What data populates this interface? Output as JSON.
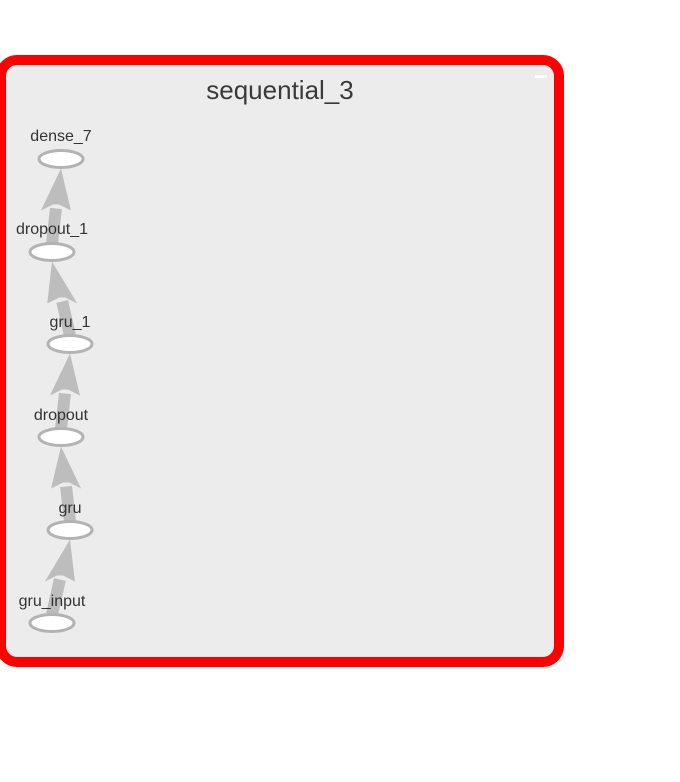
{
  "group": {
    "title": "sequential_3",
    "border_color": "#ff0000",
    "fill_color": "#ececec"
  },
  "nodes": [
    {
      "id": "dense_7",
      "label": "dense_7"
    },
    {
      "id": "dropout_1",
      "label": "dropout_1"
    },
    {
      "id": "gru_1",
      "label": "gru_1"
    },
    {
      "id": "dropout",
      "label": "dropout"
    },
    {
      "id": "gru",
      "label": "gru"
    },
    {
      "id": "gru_input",
      "label": "gru_input"
    }
  ],
  "edges": [
    {
      "from": "gru_input",
      "to": "gru"
    },
    {
      "from": "gru",
      "to": "dropout"
    },
    {
      "from": "dropout",
      "to": "gru_1"
    },
    {
      "from": "gru_1",
      "to": "dropout_1"
    },
    {
      "from": "dropout_1",
      "to": "dense_7"
    }
  ],
  "colors": {
    "node_stroke": "#b3b3b3",
    "edge": "#bdbdbd"
  }
}
